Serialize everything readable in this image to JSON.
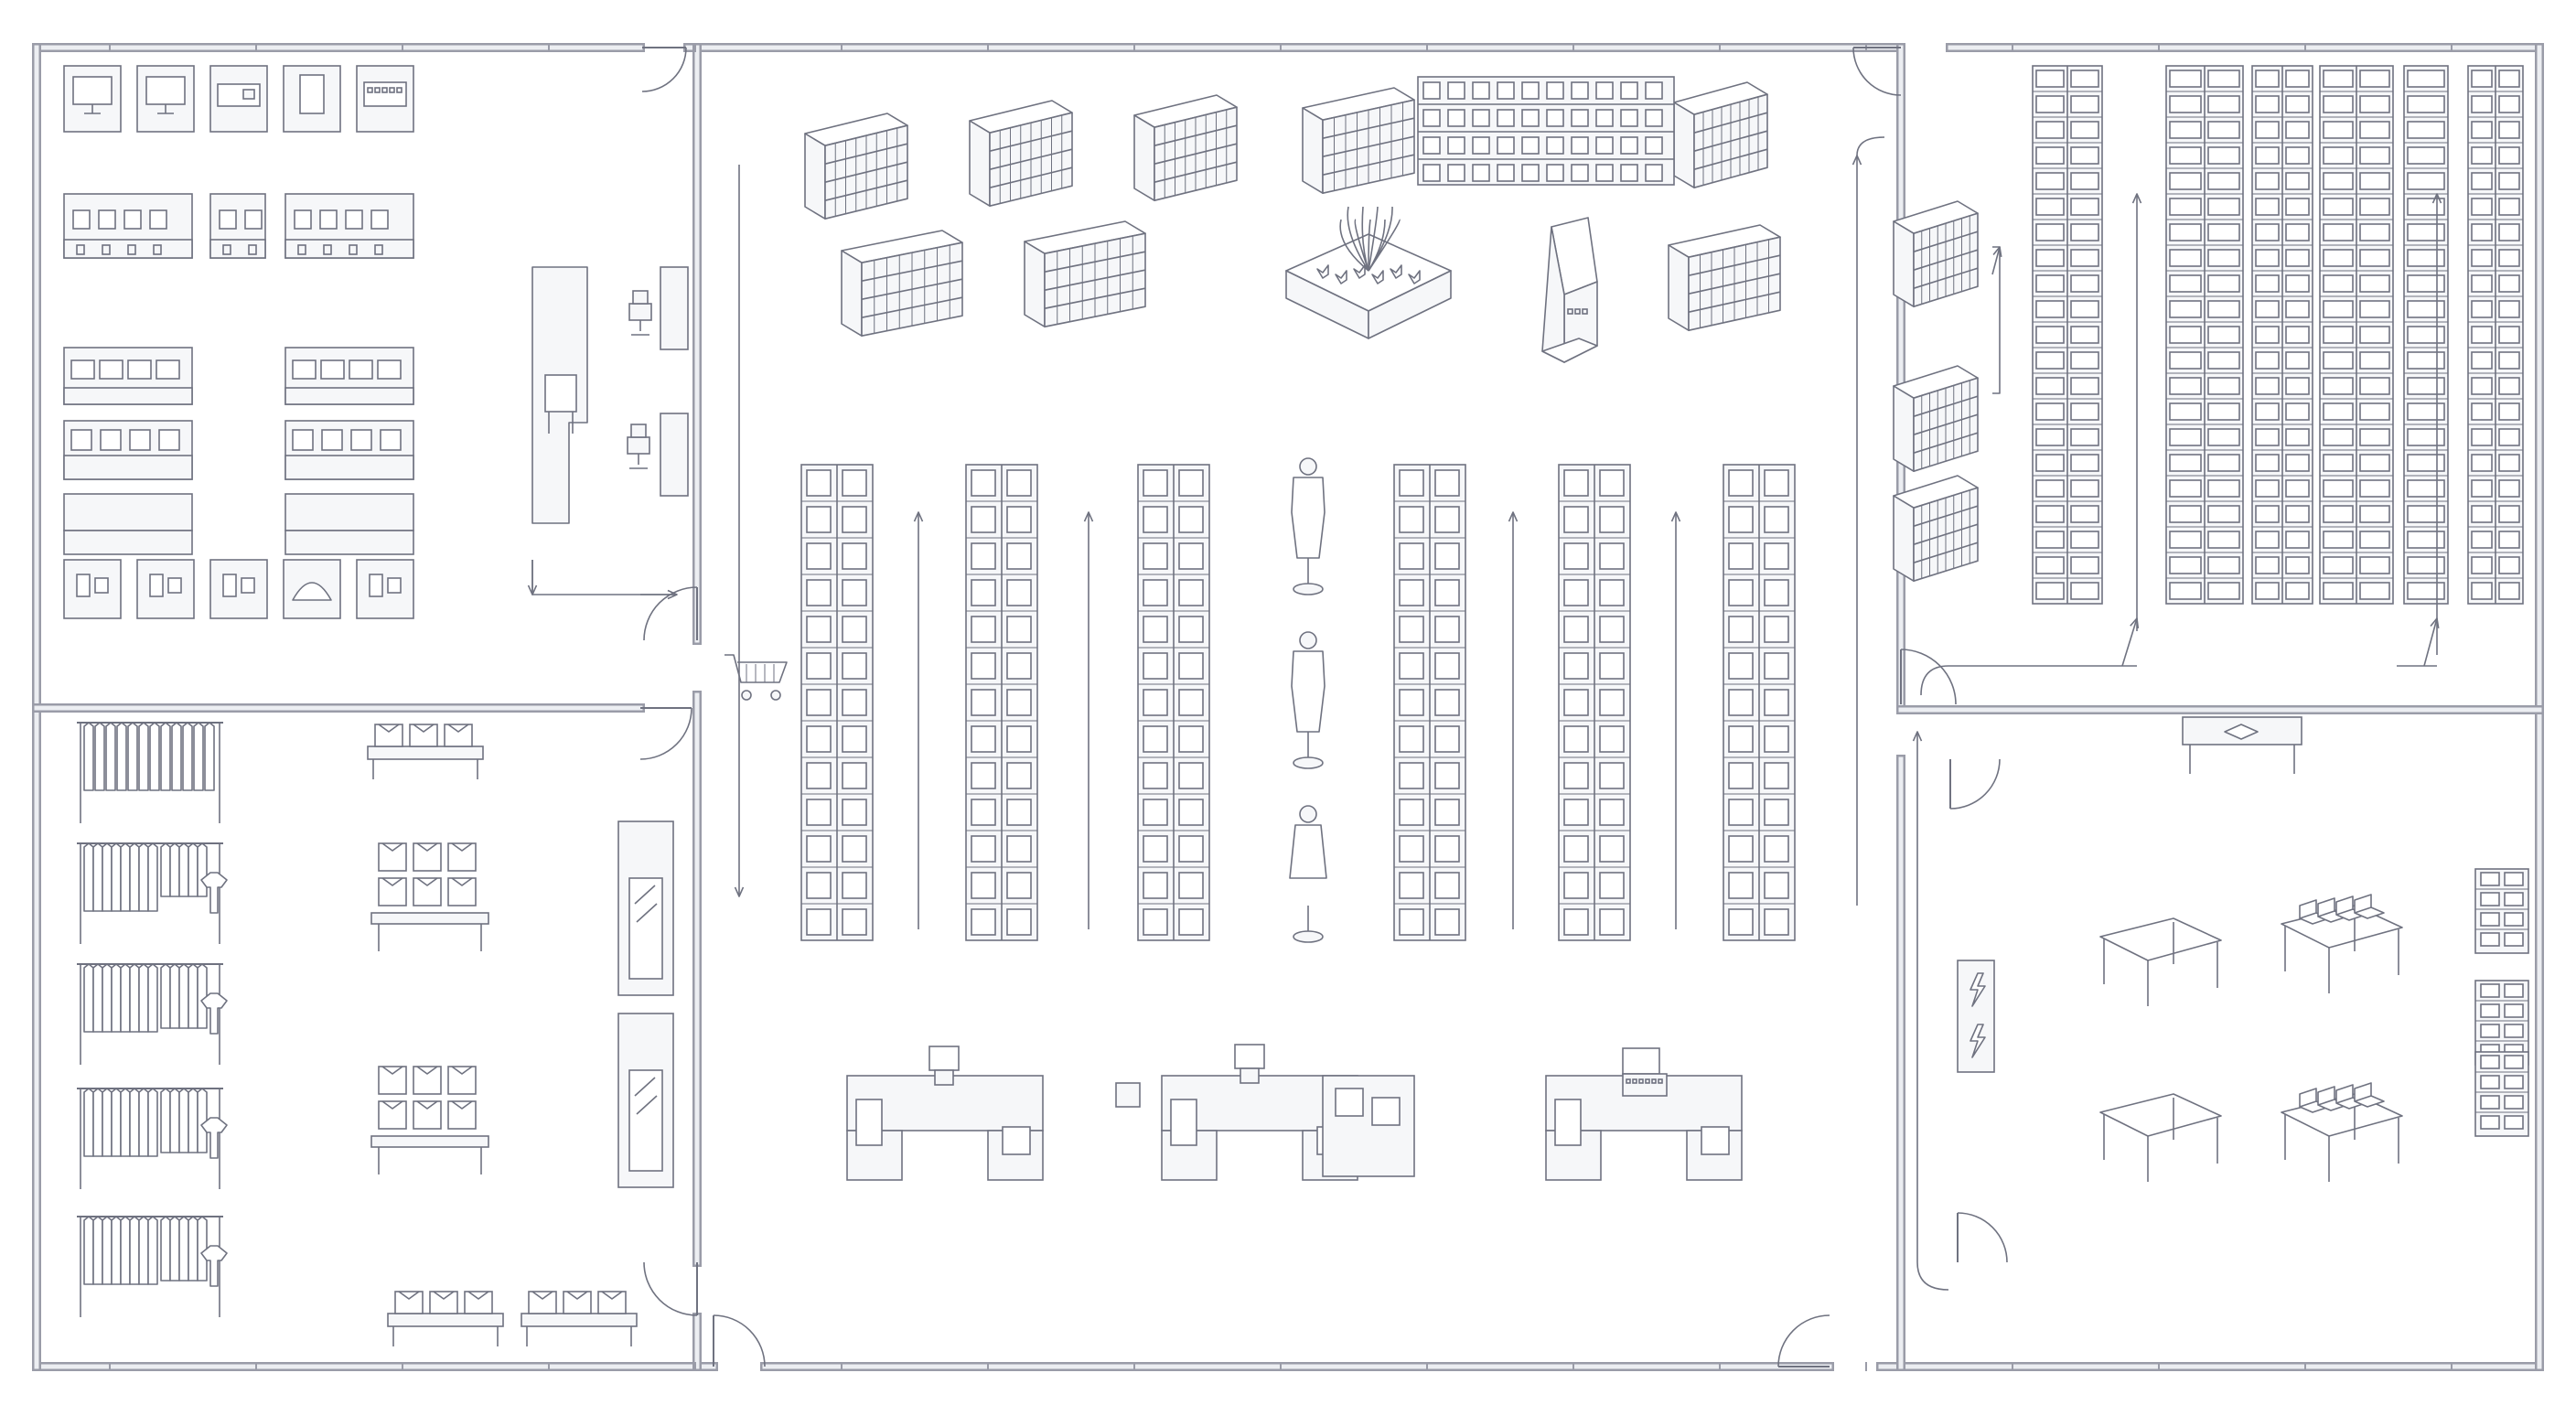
{
  "theme": {
    "background": "#ffffff",
    "wall": "#9a9ca8",
    "wall_fill": "#eceef2",
    "line": "#6f7280",
    "fill": "#f6f7f9"
  },
  "rooms": [
    {
      "id": "electronics",
      "fixtures": [
        "monitor-display",
        "tablet-display",
        "phone-display",
        "camera-display",
        "headphone-display",
        "smartwatch-display",
        "laptop-display",
        "checkout-desk"
      ]
    },
    {
      "id": "apparel",
      "fixtures": [
        "clothing-rack",
        "folded-shirt-table",
        "mirror",
        "shirt-display-stand"
      ]
    },
    {
      "id": "main-sales-floor",
      "fixtures": [
        "gondola-shelf",
        "planter",
        "self-service-kiosk",
        "mannequin",
        "shopping-cart",
        "checkout-counter",
        "cash-register"
      ]
    },
    {
      "id": "warehouse-storage",
      "fixtures": [
        "pallet-rack",
        "storage-rack",
        "flow-arrow"
      ]
    },
    {
      "id": "stockroom",
      "fixtures": [
        "table",
        "stacked-boxes-table",
        "wall-shelf",
        "electrical-panel"
      ]
    }
  ],
  "icons": {
    "cart": "shopping-cart-icon",
    "kiosk": "kiosk-icon",
    "plant": "planter-icon",
    "mannequin": "mannequin-icon",
    "register": "cash-register-icon",
    "electric": "lightning-icon"
  }
}
